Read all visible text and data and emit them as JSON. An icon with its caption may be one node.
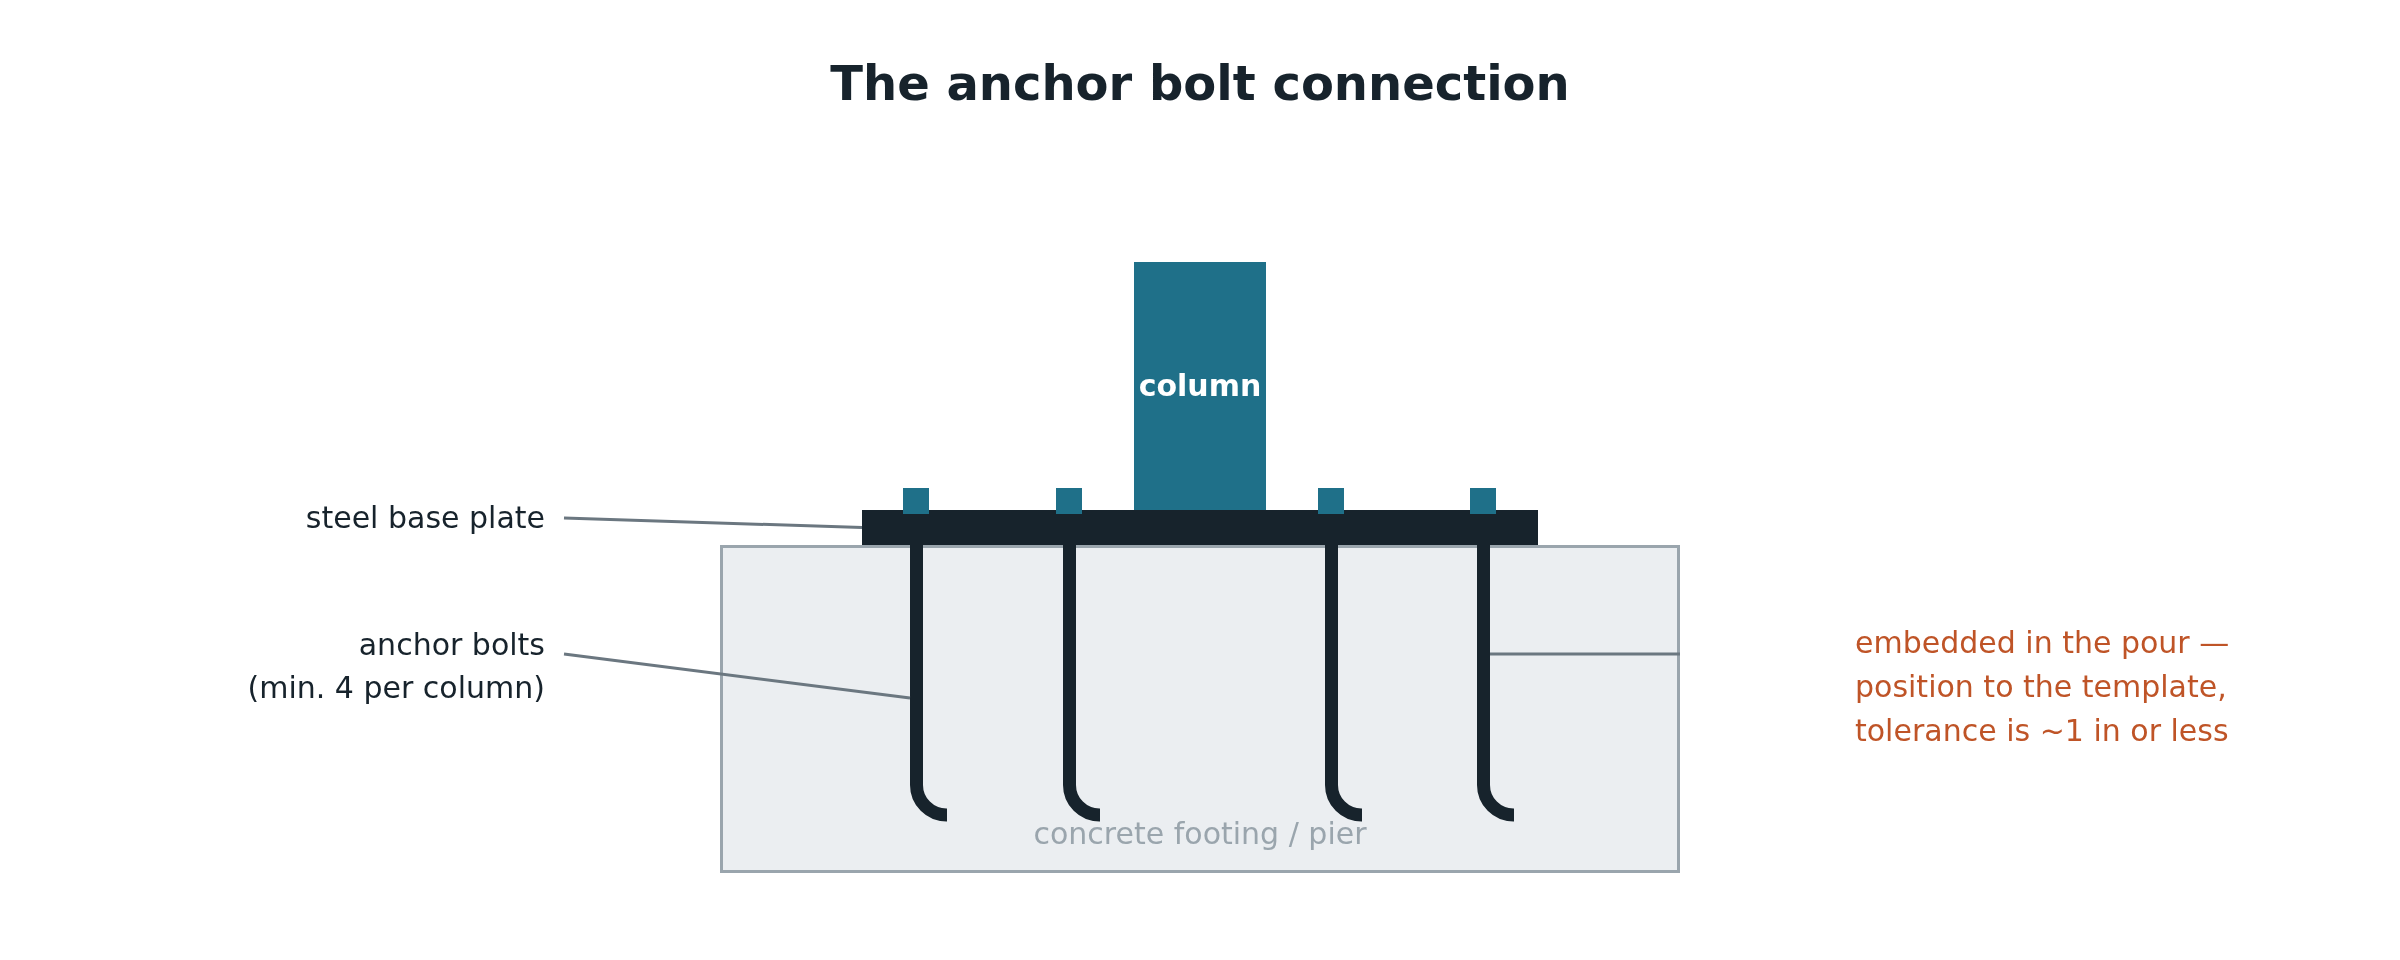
{
  "diagram": {
    "title": "The anchor bolt connection",
    "nodes": [
      {
        "text": [
          "column"
        ]
      },
      {
        "text": [
          "steel base plate"
        ]
      },
      {
        "text": [],
        "shape": "bar"
      },
      {
        "text": [
          "anchor bolts",
          "(min. 4 per column)"
        ]
      },
      {
        "text": [
          "concrete footing / pier"
        ]
      },
      {
        "text": [],
        "shape": "bar",
        "in": 4
      },
      {
        "text": [],
        "shape": "bar",
        "in": 4
      }
    ],
    "edges": [
      {
        "from": 1,
        "to": 2,
        "arrow": "none"
      },
      {
        "from": 3,
        "to": 5,
        "arrow": "none"
      },
      {
        "from": null,
        "to": 6,
        "arrow": "none"
      }
    ],
    "labels": [
      "embedded in the pour — position to the template, tolerance is ~1 in or less"
    ]
  }
}
